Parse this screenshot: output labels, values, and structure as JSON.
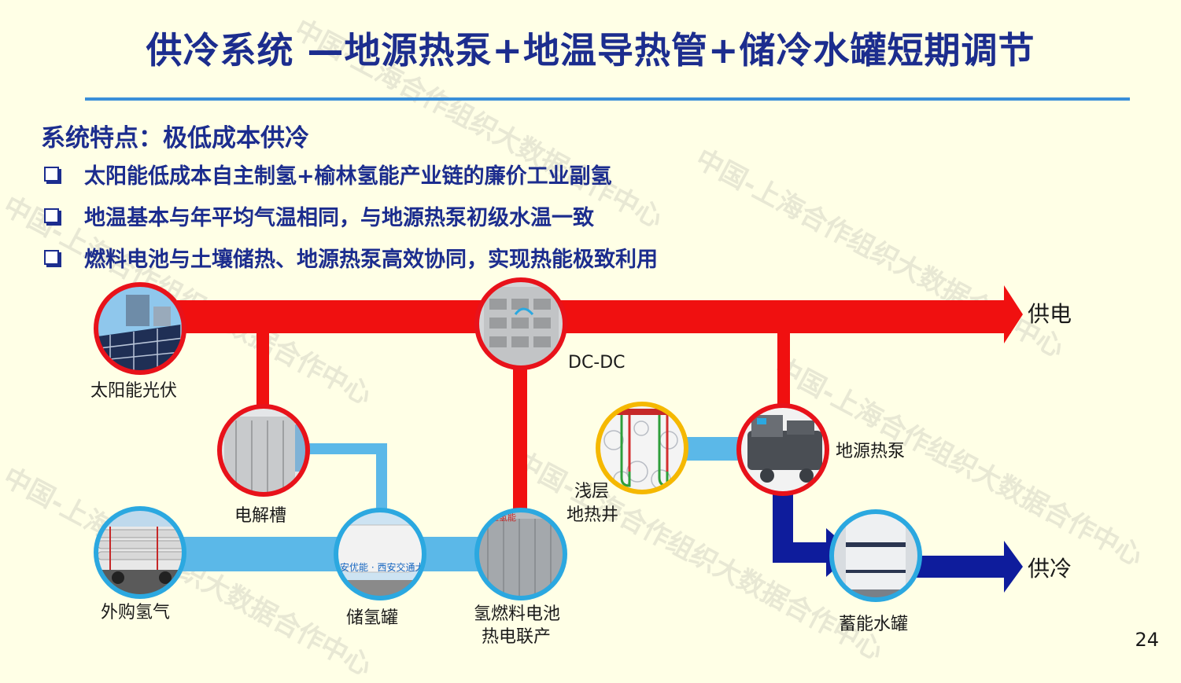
{
  "title": "供冷系统 —地源热泵+地温导热管+储冷水罐短期调节",
  "heading": "系统特点：极低成本供冷",
  "bullets": [
    "太阳能低成本自主制氢+榆林氢能产业链的廉价工业副氢",
    "地温基本与年平均气温相同，与地源热泵初级水温一致",
    "燃料电池与土壤储热、地源热泵高效协同，实现热能极致利用"
  ],
  "nodes": {
    "solar": "太阳能光伏",
    "dcdc": "DC-DC",
    "electrolyzer": "电解槽",
    "well_line1": "浅层",
    "well_line2": "地热井",
    "heatpump": "地源热泵",
    "purchase": "外购氢气",
    "tank": "储氢罐",
    "fuelcell_line1": "氢燃料电池",
    "fuelcell_line2": "热电联产",
    "storage": "蓄能水罐"
  },
  "outputs": {
    "power": "供电",
    "cooling": "供冷"
  },
  "photo_text": {
    "tank_sign": "安优能 · 西安交通大学",
    "fuelcell_sign": "严谨氢能"
  },
  "watermark": "中国-上海合作组织大数据合作中心",
  "page_number": "24",
  "colors": {
    "title": "#1C2D8E",
    "power_line": "#F01010",
    "hydrogen_line": "#5BB8E8",
    "cooling_line": "#0E1C9C",
    "ring_red": "#E8121A",
    "ring_blue": "#2BA8E0",
    "ring_yellow": "#F5B800"
  }
}
